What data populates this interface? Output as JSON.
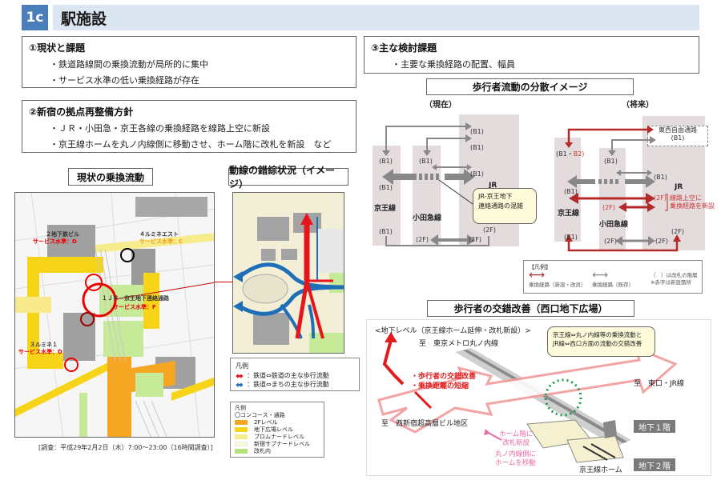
{
  "header": {
    "section_number": "1c",
    "title": "駅施設"
  },
  "section1": {
    "title": "①現状と課題",
    "items": [
      "・鉄道路線間の乗換流動が局所的に集中",
      "・サービス水準の低い乗換経路が存在"
    ]
  },
  "section2": {
    "title": "②新宿の拠点再整備方針",
    "items": [
      "・ＪＲ・小田急・京王各線の乗換経路を線路上空に新設",
      "・京王線ホームを丸ノ内線側に移動させ、ホーム階に改札を新設　など"
    ]
  },
  "section3": {
    "title": "③主な検討課題",
    "items": [
      "・主要な乗換経路の配置、幅員"
    ]
  },
  "current_flow_map": {
    "caption": "現状の乗換流動",
    "labels": {
      "spot2_name": "２地下鉄ビル",
      "spot2_level": "サービス水準：D",
      "spot4_name": "４ルミネエスト",
      "spot4_level": "サービス水準：C",
      "spot1_name": "１ＪＲ－京王地下連絡通路",
      "spot1_level": "サービス水準：F",
      "spot3_name": "３ルミネ１",
      "spot3_level": "サービス水準：D"
    },
    "survey_note": "[調査：平成29年2月2日（木）7:00～23:00（16時間調査）]"
  },
  "crossing_map": {
    "caption": "動線の錯綜状況（イメージ）",
    "legend_title": "凡例",
    "legend_items": [
      {
        "color": "#e8141b",
        "label": "：鉄道⇔鉄道の主な歩行流動"
      },
      {
        "color": "#1f6fb8",
        "label": "：鉄道⇔まちの主な歩行流動"
      }
    ]
  },
  "map_legend": {
    "title": "凡例",
    "circle_label": "〇コンコース・通路",
    "items": [
      {
        "color": "#f5a623",
        "label": "2Fレベル"
      },
      {
        "color": "#f7d417",
        "label": "地下広場レベル"
      },
      {
        "color": "#f7ec8c",
        "label": "プロムナードレベル"
      },
      {
        "color": "#fbf6d8",
        "label": "新宿サブナードレベル"
      },
      {
        "color": "#b5e07a",
        "label": "改札内"
      }
    ]
  },
  "dispersion": {
    "caption": "歩行者流動の分散イメージ",
    "current": {
      "heading": "（現在）",
      "keio": "京王線",
      "odakyu": "小田急線",
      "jr": "JR",
      "b1": "(B1)",
      "f2": "(2F)",
      "callout": "JR-京王地下\n連絡通路の混雑"
    },
    "future": {
      "heading": "（将来）",
      "keio": "京王線",
      "odakyu": "小田急線",
      "jr": "JR",
      "b1": "(B1)",
      "f2": "(2F)",
      "b1b2_a": "(B1・",
      "b1b2_b": "B2)",
      "east_west_line1": "東西自由通路",
      "east_west_line2": "(B1)",
      "note_line1": "線路上空に",
      "note_line2": "乗換経路を新設"
    },
    "legend": {
      "title": "【凡例】",
      "new_label": "乗換経路（新設・改良）",
      "existing_label": "乗換経路（既存）",
      "note1": "（　）は改札の階層",
      "note2": "※赤字は新設箇所"
    }
  },
  "crossing_improvement": {
    "caption": "歩行者の交錯改善（西口地下広場）",
    "subtitle": "<地下レベル（京王線ホーム延伸・改札新設）>",
    "to_marunouchi": "至　東京メトロ丸ノ内線",
    "to_east": "至　東口・JR線",
    "to_west": "至　西新宿超高層ビル地区",
    "callout_line1": "京王線⇔丸ノ内線等の乗換流動と",
    "callout_line2": "JR線⇔西口方面の流動の交錯改善",
    "benefit1": "・歩行者の交錯改善",
    "benefit2": "・乗換距離の短縮",
    "gate_note1": "ホーム階に",
    "gate_note2": "改札新設",
    "move_note1": "丸ノ内線側に",
    "move_note2": "ホームを移動",
    "floor_b1": "地下１階",
    "floor_b2": "地下２階",
    "platform": "京王線ホーム"
  }
}
